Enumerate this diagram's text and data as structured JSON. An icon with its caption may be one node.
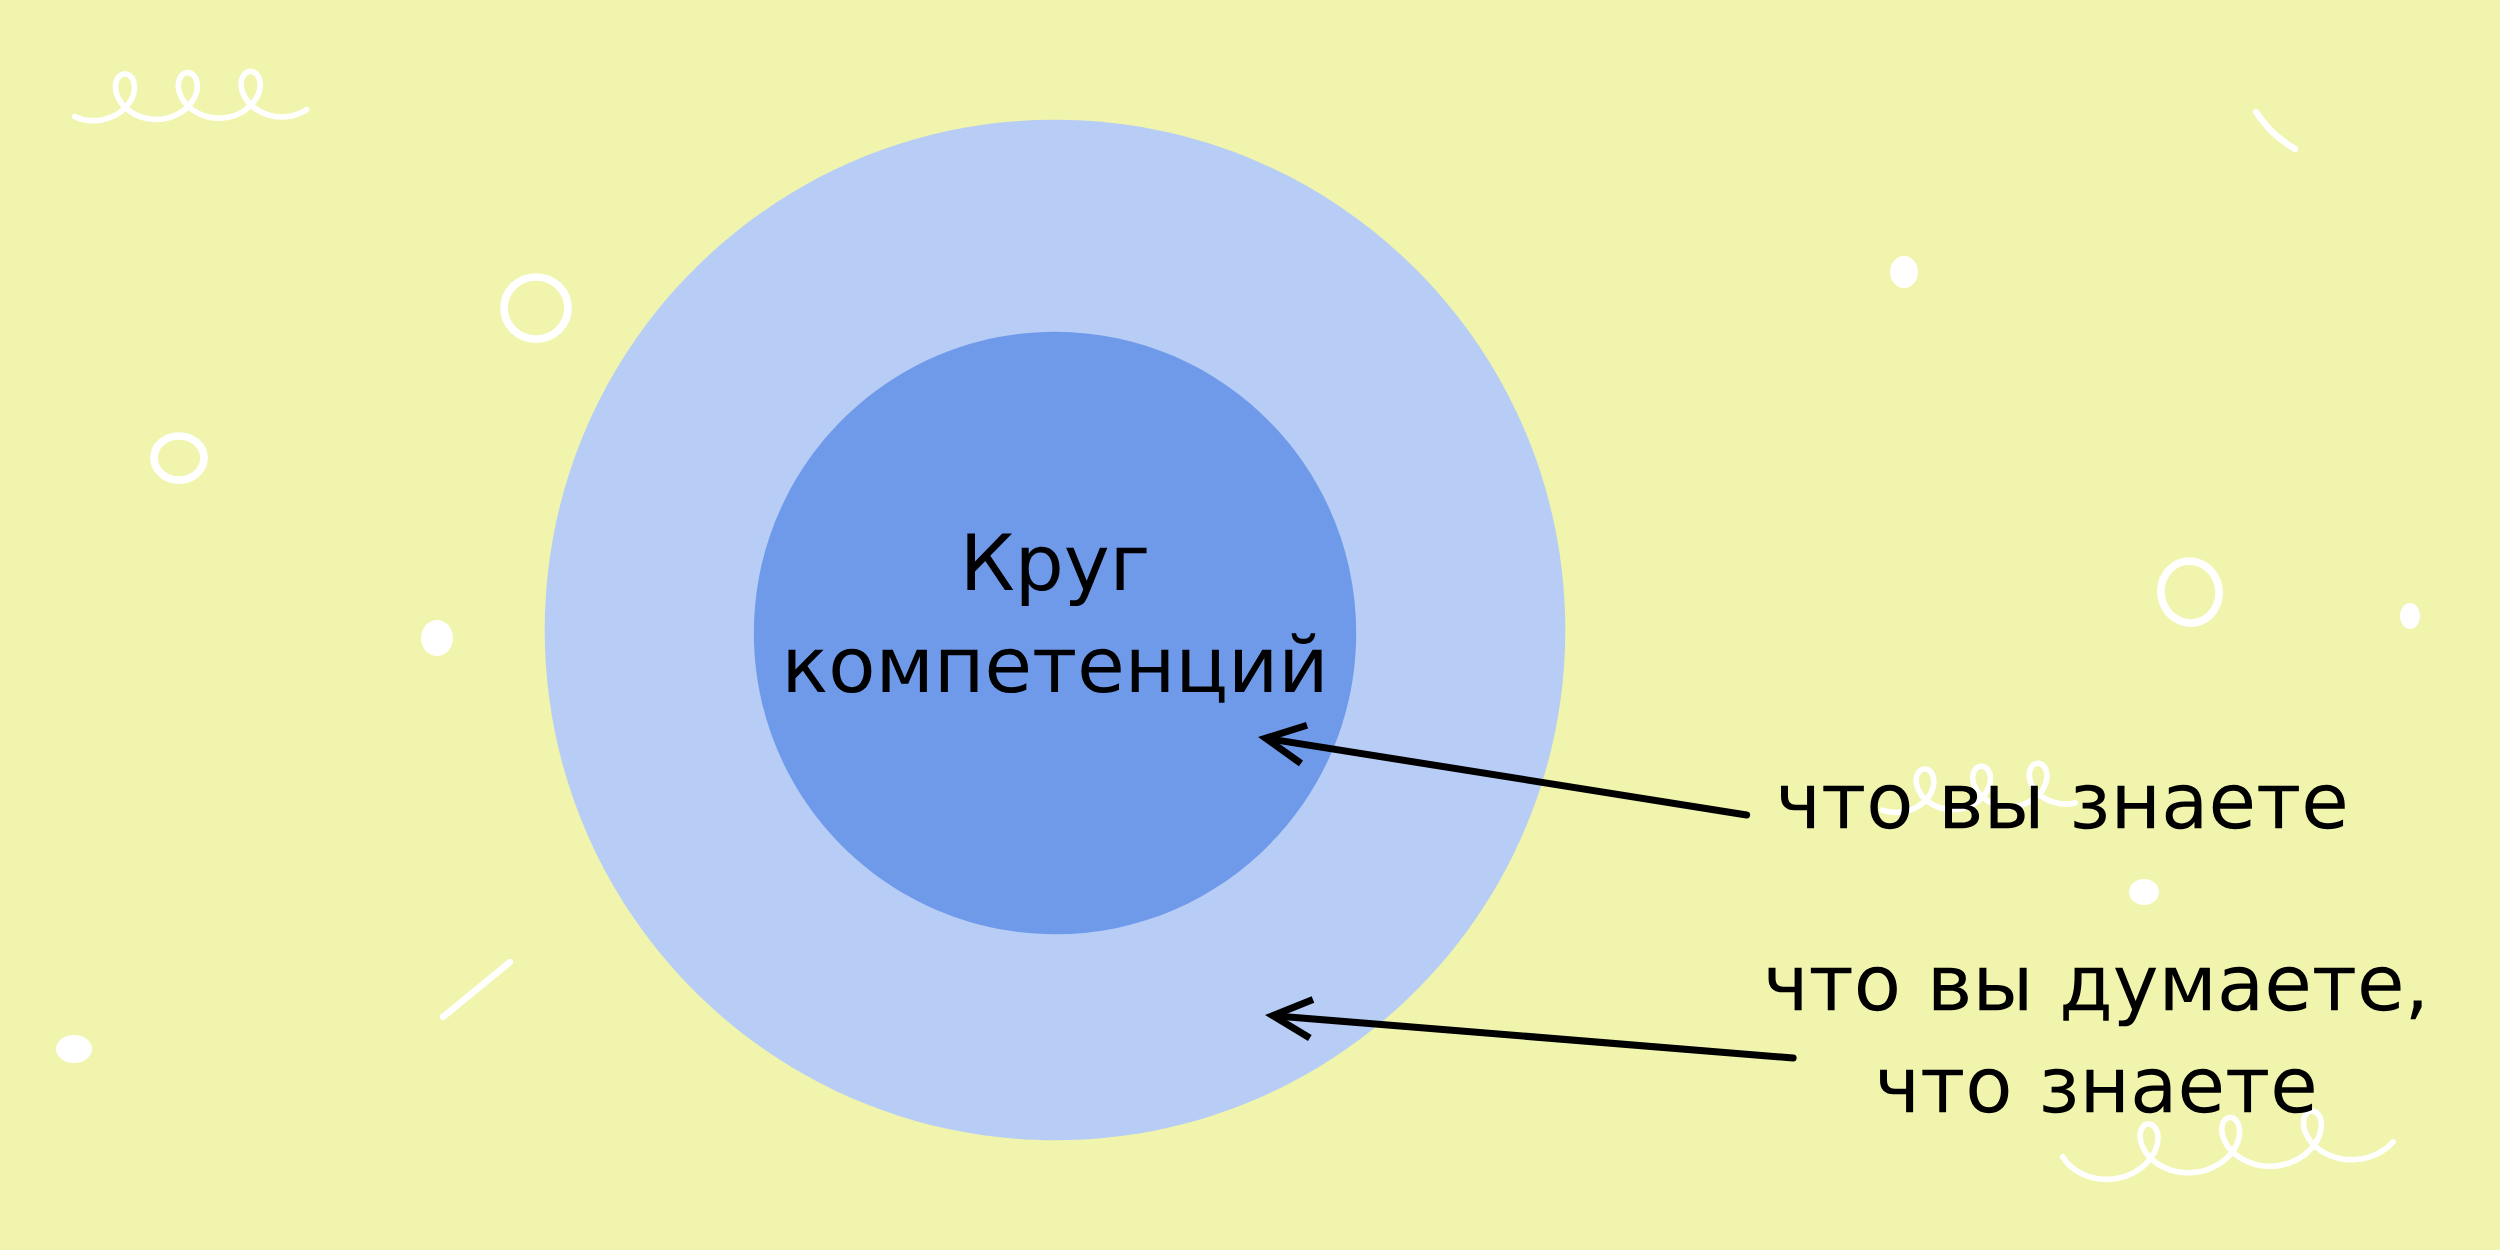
{
  "diagram": {
    "nodes": [
      {
        "text": [],
        "shape": "circle"
      },
      {
        "text": [
          "Круг компетенций"
        ],
        "in": 0
      },
      {
        "text": [
          "что вы знаете"
        ]
      },
      {
        "text": [
          "что вы думаете, что знаете"
        ]
      }
    ],
    "edges": [
      {
        "from": 2,
        "to": 1,
        "arrow": "to"
      },
      {
        "from": 3,
        "to": 0,
        "arrow": "to"
      }
    ]
  }
}
